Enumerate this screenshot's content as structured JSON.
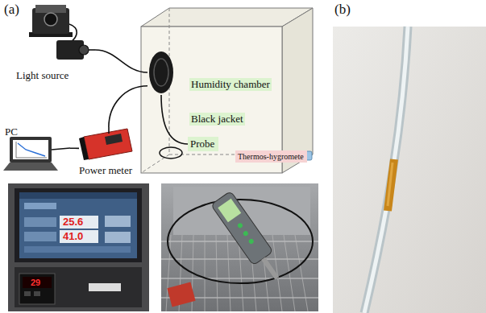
{
  "diagram": {
    "nodes": [
      {
        "text": [
          "Light source"
        ]
      },
      {
        "text": [
          "PC"
        ]
      },
      {
        "text": [
          "Power meter"
        ]
      },
      {
        "text": [
          "Humidity chamber"
        ]
      },
      {
        "text": [
          "Black jacket"
        ],
        "in": 3
      },
      {
        "text": [
          "Probe"
        ],
        "in": 3
      },
      {
        "text": [
          "Thermos-hygromete"
        ],
        "in": 3
      }
    ],
    "edges": [
      {
        "from": 0,
        "to": 4,
        "arrow": "none"
      },
      {
        "from": 2,
        "to": 4,
        "arrow": "none"
      },
      {
        "from": 1,
        "to": 2,
        "arrow": "none"
      },
      {
        "from": 4,
        "to": 5,
        "arrow": "none"
      }
    ],
    "labels": [
      "(a)",
      "(b)",
      "25.6",
      "41.0",
      "29"
    ]
  }
}
